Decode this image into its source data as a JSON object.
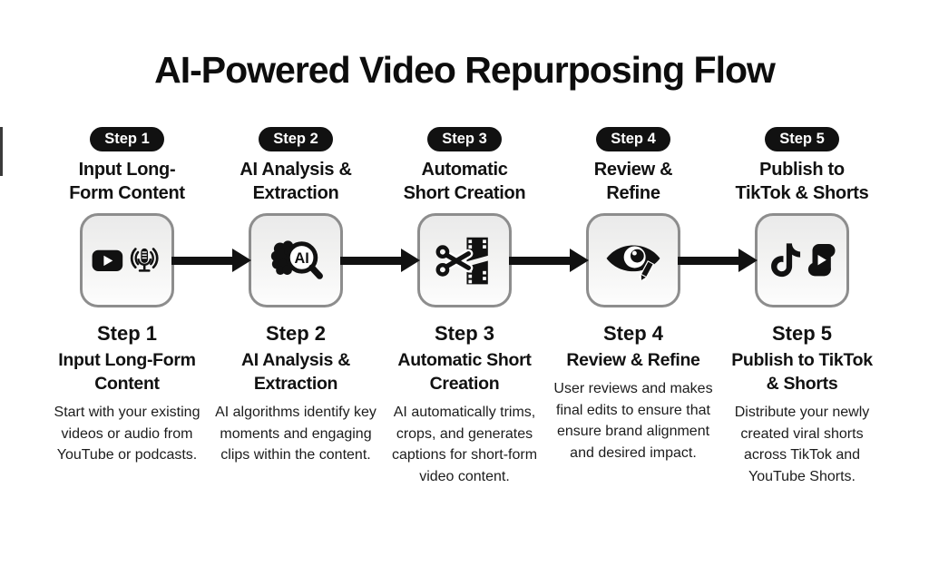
{
  "title": "AI-Powered Video Repurposing Flow",
  "colors": {
    "background": "#ffffff",
    "text": "#111111",
    "badge_bg": "#111111",
    "badge_text": "#ffffff",
    "box_fill": "#eeeeee",
    "box_border": "#8d8d8d",
    "arrow": "#111111"
  },
  "steps": [
    {
      "badge": "Step 1",
      "icon": "youtube-podcast-icon",
      "top_heading_lines": [
        "Input Long-",
        "Form Content"
      ],
      "step_label": "Step 1",
      "bottom_heading_lines": [
        "Input Long-Form",
        "Content"
      ],
      "description": "Start with your existing videos or audio from YouTube or podcasts."
    },
    {
      "badge": "Step 2",
      "icon": "ai-analysis-icon",
      "top_heading_lines": [
        "AI Analysis &",
        "Extraction"
      ],
      "step_label": "Step 2",
      "bottom_heading_lines": [
        "AI Analysis &",
        "Extraction"
      ],
      "description": "AI algorithms identify key moments and engaging clips within the content."
    },
    {
      "badge": "Step 3",
      "icon": "scissors-film-icon",
      "top_heading_lines": [
        "Automatic",
        "Short Creation"
      ],
      "step_label": "Step 3",
      "bottom_heading_lines": [
        "Automatic Short",
        "Creation"
      ],
      "description": "AI automatically trims, crops, and generates captions for short-form video content."
    },
    {
      "badge": "Step 4",
      "icon": "eye-pencil-icon",
      "top_heading_lines": [
        "Review &",
        "Refine"
      ],
      "step_label": "Step 4",
      "bottom_heading_lines": [
        "Review & Refine"
      ],
      "description": "User reviews and makes final edits to ensure that ensure brand alignment and desired impact."
    },
    {
      "badge": "Step 5",
      "icon": "tiktok-shorts-icon",
      "top_heading_lines": [
        "Publish to",
        "TikTok & Shorts"
      ],
      "step_label": "Step 5",
      "bottom_heading_lines": [
        "Publish to TikTok",
        "& Shorts"
      ],
      "description": "Distribute your newly created viral shorts across TikTok and YouTube Shorts."
    }
  ]
}
